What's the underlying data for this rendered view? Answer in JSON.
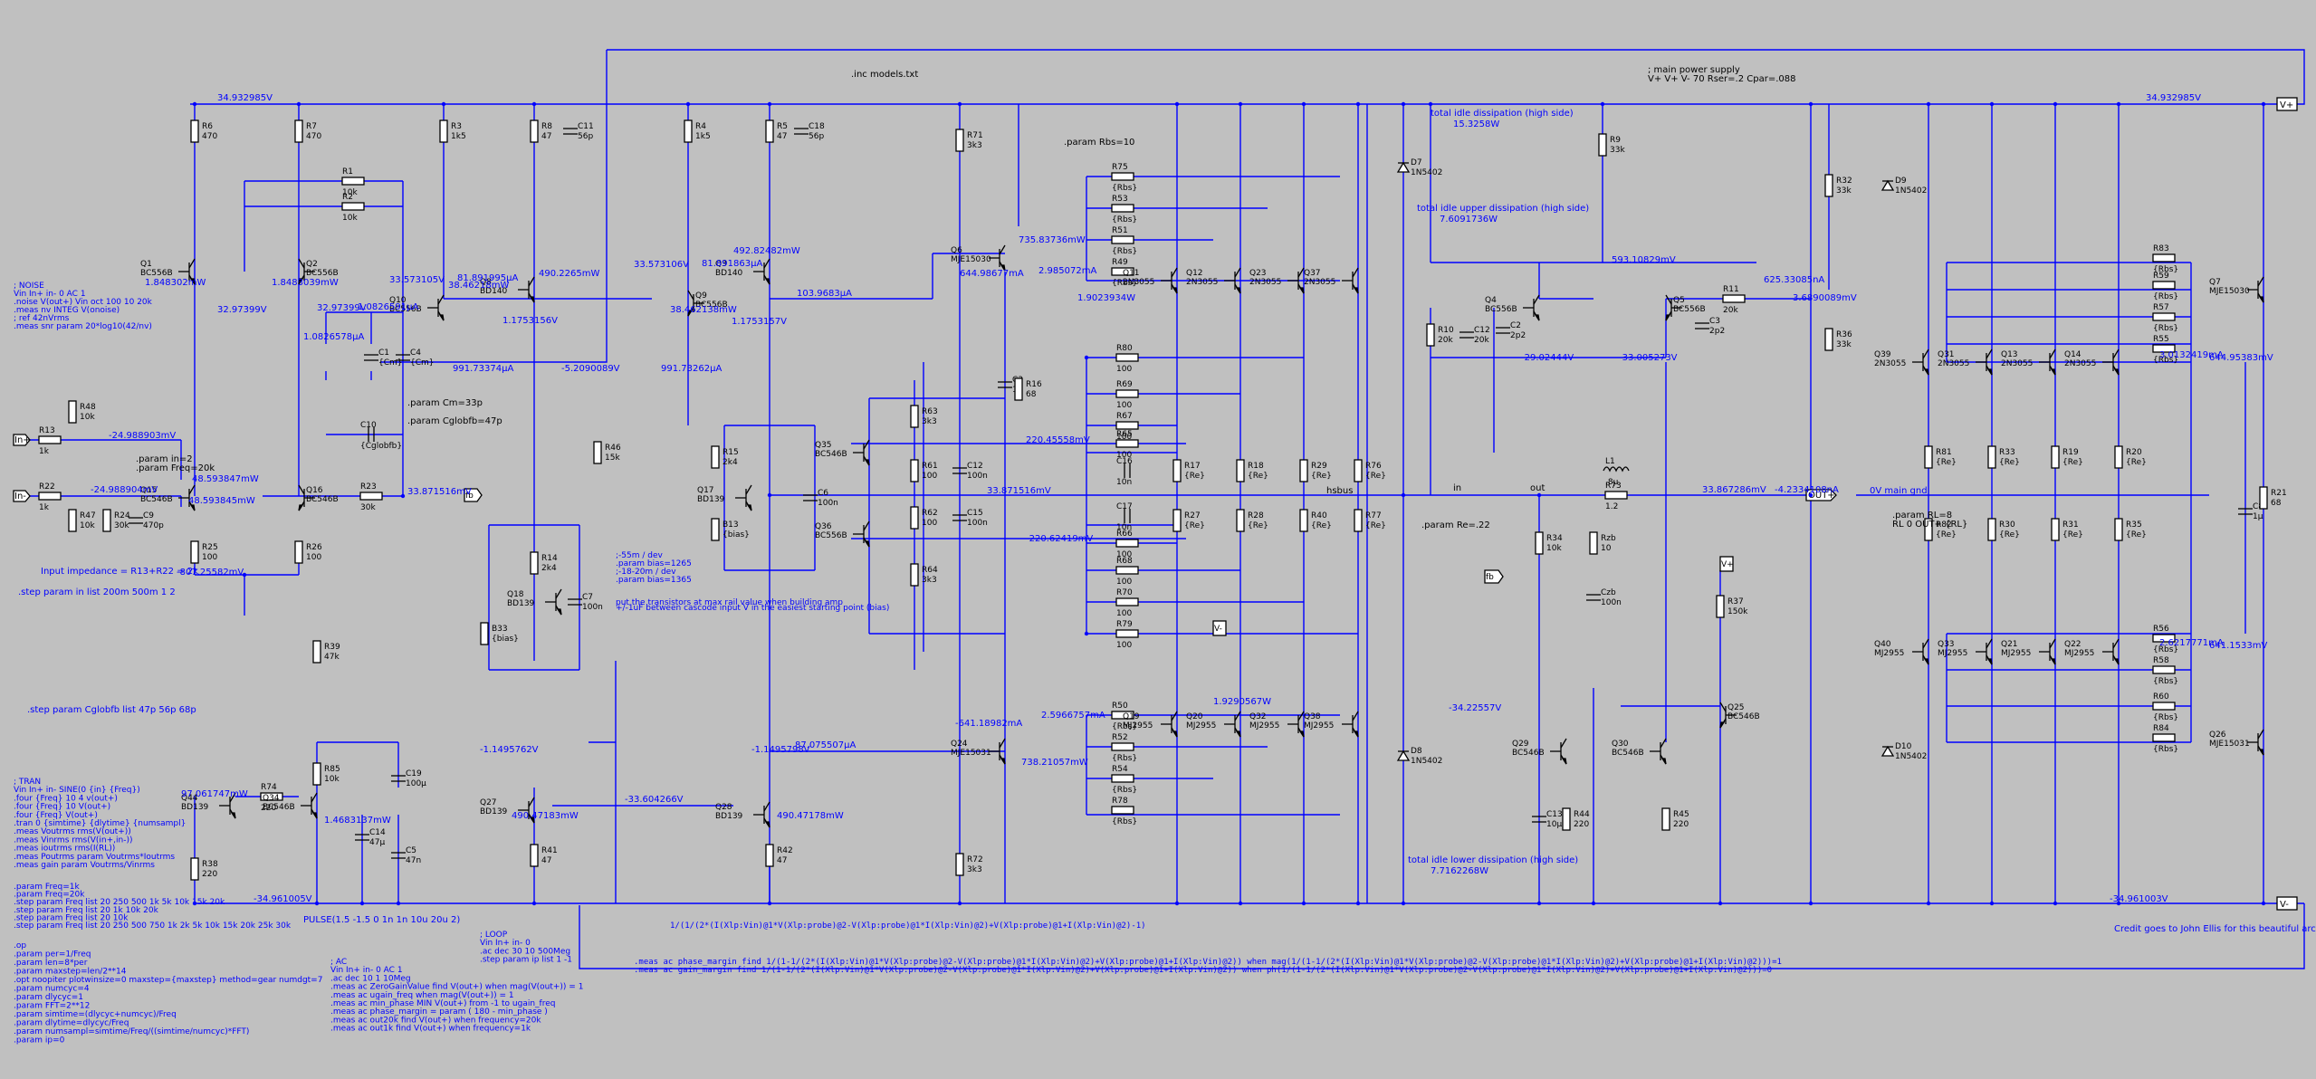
{
  "colors": {
    "background": "#c0c0c0",
    "wire": "#0000ff",
    "component": "#000000",
    "label": "#0000ff"
  },
  "header": {
    "inc": ".inc models.txt",
    "supply_comment": "; main power supply",
    "supply": "V+ V+ V- 70 Rser=.2 Cpar=.088",
    "rail_pos": "34.932985V",
    "rail_pos_right": "34.932985V",
    "rail_neg": "-34.961005V",
    "rail_neg_right": "-34.961003V",
    "vplus_flag": "V+",
    "vminus_flag": "V-"
  },
  "dissipation": {
    "high_label": "total idle dissipation (high side)",
    "high_value": "15.3258W",
    "upper_label": "total idle upper dissipation (high side)",
    "upper_value": "7.6091736W",
    "lower_label": "total idle lower dissipation (high side)",
    "lower_value": "7.7162268W"
  },
  "noise_block": [
    "; NOISE",
    "Vin In+ in- 0 AC 1",
    ".noise V(out+) Vin oct 100 10 20k",
    ".meas nv INTEG V(onoise)",
    "; ref 42nVrms",
    ".meas snr param 20*log10(42/nv)"
  ],
  "tran_block": [
    "; TRAN",
    "Vin In+ in- SINE(0 {in} {Freq})",
    ".four {Freq} 10 4 v(out+)",
    ".four {Freq} 10 V(out+)",
    ".four {Freq} V(out+)",
    ".tran 0 {simtime} {dlytime} {numsampl}",
    ".meas Voutrms rms(V(out+))",
    ".meas Vinrms rms(V(in+,in-))",
    ".meas ioutrms rms(I(RL))",
    ".meas Poutrms param Voutrms*Ioutrms",
    ".meas gain param Voutrms/Vinrms"
  ],
  "param_block": [
    ".param Freq=1k",
    ".param Freq=20k",
    ".step param Freq list 20 250 500 1k 5k 10k 15k 20k",
    ".step param Freq list 20 1k 10k 20k",
    ".step param Freq list 20 10k",
    ".step param Freq list 20 250 500 750 1k 2k 5k 10k 15k 20k 25k 30k"
  ],
  "op_block": [
    ".op",
    ".param per=1/Freq",
    ".param len=8*per",
    ".param maxstep=len/2**14",
    ".opt noopiter plotwinsize=0 maxstep={maxstep} method=gear numdgt=7",
    ".param numcyc=4",
    ".param dlycyc=1",
    ".param FFT=2**12",
    ".param simtime=(dlycyc+numcyc)/Freq",
    ".param dlytime=dlycyc/Freq",
    ".param numsampl=simtime/Freq/((simtime/numcyc)*FFT)",
    ".param ip=0"
  ],
  "ac_block": [
    "; AC",
    "Vin In+ in- 0 AC 1",
    ".ac dec 10 1 10Meg",
    ".meas ac ZeroGainValue find V(out+) when mag(V(out+)) = 1",
    ".meas ac ugain_freq when mag(V(out+)) = 1",
    ".meas ac min_phase MIN V(out+) from -1 to ugain_freq",
    ".meas ac phase_margin = param ( 180 - min_phase )",
    ".meas ac out20k find V(out+) when frequency=20k",
    ".meas ac out1k find V(out+) when frequency=1k"
  ],
  "loop_block": [
    "; LOOP",
    "Vin In+ in- 0",
    ".ac dec 30 10 500Meg",
    ".step param ip list 1 -1"
  ],
  "loop_meas": [
    ".meas ac phase_margin find 1/(1-1/(2*(I(Xlp:Vin)@1*V(Xlp:probe)@2-V(Xlp:probe)@1*I(Xlp:Vin)@2)+V(Xlp:probe)@1+I(Xlp:Vin)@2)) when mag(1/(1-1/(2*(I(Xlp:Vin)@1*V(Xlp:probe)@2-V(Xlp:probe)@1*I(Xlp:Vin)@2)+V(Xlp:probe)@1+I(Xlp:Vin)@2)))=1",
    ".meas ac gain_margin find 1/(1-1/(2*(I(Xlp:Vin)@1*V(Xlp:probe)@2-V(Xlp:probe)@1*I(Xlp:Vin)@2)+V(Xlp:probe)@1+I(Xlp:Vin)@2)) when ph(1/(1-1/(2*(I(Xlp:Vin)@1*V(Xlp:probe)@2-V(Xlp:probe)@1*I(Xlp:Vin)@2)+V(Xlp:probe)@1+I(Xlp:Vin)@2)))=0"
  ],
  "loop_formula": "1/(1/(2*(I(Xlp:Vin)@1*V(Xlp:probe)@2-V(Xlp:probe)@1*I(Xlp:Vin)@2)+V(Xlp:probe)@1+I(Xlp:Vin)@2)-1)",
  "params": {
    "rbs": ".param Rbs=10",
    "rin": ".param in=2",
    "freq": ".param Freq=20k",
    "cm": ".param Cm=33p",
    "cglobfb": ".param Cglobfb=47p",
    "re": ".param Re=.22",
    "rl": ".param RL=8",
    "rl_line": "RL 0 OUT+ {RL}",
    "bias": [
      ";-55m / dev",
      ".param bias=1265",
      ";-18-20m / dev",
      ".param bias=1365"
    ],
    "bias_note": [
      "put the transistors at max rail value when building amp",
      "+/-1uF between cascode input V in the easiest starting point (bias)"
    ],
    "step_r": ".step param in list 200m 500m 1 2",
    "step_c": ".step param Cglobfb list 47p 56p 68p",
    "impedance": "Input impedance = R13+R22 = 2k",
    "pulse": "PULSE(1.5 -1.5 0 1n 1n 10u 20u 2)",
    "credit": "Credit goes to John Ellis for this beautiful architecture"
  },
  "nets": {
    "in_plus": "In+",
    "in_minus": "In-",
    "out": "OUT+",
    "main_gnd": "0V  main gnd",
    "hsbus": "hsbus",
    "in_label": "in",
    "out_label": "out",
    "vplus_small": "V+",
    "vminus_small": "V-",
    "fb": "fb"
  },
  "components": [
    {
      "ref": "R6",
      "val": "470"
    },
    {
      "ref": "R7",
      "val": "470"
    },
    {
      "ref": "R1",
      "val": "10k"
    },
    {
      "ref": "R2",
      "val": "10k"
    },
    {
      "ref": "R3",
      "val": "1k5"
    },
    {
      "ref": "R8",
      "val": "47"
    },
    {
      "ref": "C11",
      "val": "56p"
    },
    {
      "ref": "R4",
      "val": "1k5"
    },
    {
      "ref": "R5",
      "val": "47"
    },
    {
      "ref": "C18",
      "val": "56p"
    },
    {
      "ref": "R71",
      "val": "3k3"
    },
    {
      "ref": "R9",
      "val": "33k"
    },
    {
      "ref": "R32",
      "val": "33k"
    },
    {
      "ref": "R36",
      "val": "33k"
    },
    {
      "ref": "D7",
      "val": "1N5402"
    },
    {
      "ref": "D9",
      "val": "1N5402"
    },
    {
      "ref": "D8",
      "val": "1N5402"
    },
    {
      "ref": "D10",
      "val": "1N5402"
    },
    {
      "ref": "R48",
      "val": "10k"
    },
    {
      "ref": "R13",
      "val": "1k"
    },
    {
      "ref": "R22",
      "val": "1k"
    },
    {
      "ref": "R47",
      "val": "10k"
    },
    {
      "ref": "R24",
      "val": "30k"
    },
    {
      "ref": "C9",
      "val": "470p"
    },
    {
      "ref": "C10",
      "val": "{Cglobfb}"
    },
    {
      "ref": "R23",
      "val": "30k"
    },
    {
      "ref": "C1",
      "val": "{Cm}"
    },
    {
      "ref": "C4",
      "val": "{Cm}"
    },
    {
      "ref": "R46",
      "val": "15k"
    },
    {
      "ref": "R25",
      "val": "100"
    },
    {
      "ref": "R26",
      "val": "100"
    },
    {
      "ref": "R15",
      "val": "2k4"
    },
    {
      "ref": "R14",
      "val": "2k4"
    },
    {
      "ref": "B13",
      "val": "{bias}"
    },
    {
      "ref": "B33",
      "val": "{bias}"
    },
    {
      "ref": "C6",
      "val": "100n"
    },
    {
      "ref": "C7",
      "val": "100n"
    },
    {
      "ref": "R63",
      "val": "3k3"
    },
    {
      "ref": "R64",
      "val": "3k3"
    },
    {
      "ref": "R61",
      "val": "100"
    },
    {
      "ref": "R62",
      "val": "100"
    },
    {
      "ref": "C12",
      "val": "100n"
    },
    {
      "ref": "C15",
      "val": "100n"
    },
    {
      "ref": "C3",
      "val": "1µ"
    },
    {
      "ref": "R16",
      "val": "68"
    },
    {
      "ref": "R72",
      "val": "3k3"
    },
    {
      "ref": "R39",
      "val": "47k"
    },
    {
      "ref": "R85",
      "val": "10k"
    },
    {
      "ref": "C19",
      "val": "100µ"
    },
    {
      "ref": "R74",
      "val": "220"
    },
    {
      "ref": "R38",
      "val": "220"
    },
    {
      "ref": "C14",
      "val": "47µ"
    },
    {
      "ref": "C5",
      "val": "47n"
    },
    {
      "ref": "R41",
      "val": "47"
    },
    {
      "ref": "R42",
      "val": "47"
    },
    {
      "ref": "R10",
      "val": "20k"
    },
    {
      "ref": "C12b",
      "val": "20k"
    },
    {
      "ref": "C2",
      "val": "2p2"
    },
    {
      "ref": "C3b",
      "val": "2p2"
    },
    {
      "ref": "R11",
      "val": "20k"
    },
    {
      "ref": "L1",
      "val": ".8µ"
    },
    {
      "ref": "R73",
      "val": "1.2"
    },
    {
      "ref": "R34",
      "val": "10k"
    },
    {
      "ref": "Rzb",
      "val": "10"
    },
    {
      "ref": "Czb",
      "val": "100n"
    },
    {
      "ref": "R37",
      "val": "150k"
    },
    {
      "ref": "C13",
      "val": "10µ"
    },
    {
      "ref": "R44",
      "val": "220"
    },
    {
      "ref": "R45",
      "val": "220"
    },
    {
      "ref": "C8",
      "val": "1µ"
    },
    {
      "ref": "R21",
      "val": "68"
    }
  ],
  "transistors": [
    {
      "ref": "Q1",
      "model": "BC556B"
    },
    {
      "ref": "Q2",
      "model": "BC556B"
    },
    {
      "ref": "Q10",
      "model": "BC556B"
    },
    {
      "ref": "Q8",
      "model": "BD140"
    },
    {
      "ref": "Q9",
      "model": "BC556B"
    },
    {
      "ref": "Q3",
      "model": "BD140"
    },
    {
      "ref": "Q6",
      "model": "MJE15030"
    },
    {
      "ref": "Q15",
      "model": "BC546B"
    },
    {
      "ref": "Q16",
      "model": "BC546B"
    },
    {
      "ref": "Q17",
      "model": "BD139"
    },
    {
      "ref": "Q18",
      "model": "BD139"
    },
    {
      "ref": "Q35",
      "model": "BC546B"
    },
    {
      "ref": "Q36",
      "model": "BC556B"
    },
    {
      "ref": "Q44",
      "model": "BD139"
    },
    {
      "ref": "Q34",
      "model": "BC546B"
    },
    {
      "ref": "Q27",
      "model": "BD139"
    },
    {
      "ref": "Q28",
      "model": "BD139"
    },
    {
      "ref": "Q24",
      "model": "MJE15031"
    },
    {
      "ref": "Q11",
      "model": "2N3055"
    },
    {
      "ref": "Q12",
      "model": "2N3055"
    },
    {
      "ref": "Q23",
      "model": "2N3055"
    },
    {
      "ref": "Q37",
      "model": "2N3055"
    },
    {
      "ref": "Q19",
      "model": "MJ2955"
    },
    {
      "ref": "Q20",
      "model": "MJ2955"
    },
    {
      "ref": "Q32",
      "model": "MJ2955"
    },
    {
      "ref": "Q38",
      "model": "MJ2955"
    },
    {
      "ref": "Q4",
      "model": "BC556B"
    },
    {
      "ref": "Q5",
      "model": "BC556B"
    },
    {
      "ref": "Q29",
      "model": "BC546B"
    },
    {
      "ref": "Q30",
      "model": "BC546B"
    },
    {
      "ref": "Q25",
      "model": "BC546B"
    },
    {
      "ref": "Q39",
      "model": "2N3055"
    },
    {
      "ref": "Q31",
      "model": "2N3055"
    },
    {
      "ref": "Q13",
      "model": "2N3055"
    },
    {
      "ref": "Q14",
      "model": "2N3055"
    },
    {
      "ref": "Q40",
      "model": "MJ2955"
    },
    {
      "ref": "Q33",
      "model": "MJ2955"
    },
    {
      "ref": "Q21",
      "model": "MJ2955"
    },
    {
      "ref": "Q22",
      "model": "MJ2955"
    },
    {
      "ref": "Q7",
      "model": "MJE15030"
    },
    {
      "ref": "Q26",
      "model": "MJE15031"
    }
  ],
  "emitter_resistors": [
    {
      "ref": "R75",
      "val": "{Rbs}"
    },
    {
      "ref": "R53",
      "val": "{Rbs}"
    },
    {
      "ref": "R51",
      "val": "{Rbs}"
    },
    {
      "ref": "R49",
      "val": "{Rbs}"
    },
    {
      "ref": "R80",
      "val": "100"
    },
    {
      "ref": "R69",
      "val": "100"
    },
    {
      "ref": "R67",
      "val": "100"
    },
    {
      "ref": "R65",
      "val": "100"
    },
    {
      "ref": "C16",
      "val": "10n"
    },
    {
      "ref": "C17",
      "val": "10n"
    },
    {
      "ref": "R66",
      "val": "100"
    },
    {
      "ref": "R68",
      "val": "100"
    },
    {
      "ref": "R70",
      "val": "100"
    },
    {
      "ref": "R79",
      "val": "100"
    },
    {
      "ref": "R50",
      "val": "{Rbs}"
    },
    {
      "ref": "R52",
      "val": "{Rbs}"
    },
    {
      "ref": "R54",
      "val": "{Rbs}"
    },
    {
      "ref": "R78",
      "val": "{Rbs}"
    },
    {
      "ref": "R17",
      "val": "{Re}"
    },
    {
      "ref": "R18",
      "val": "{Re}"
    },
    {
      "ref": "R29",
      "val": "{Re}"
    },
    {
      "ref": "R76",
      "val": "{Re}"
    },
    {
      "ref": "R27",
      "val": "{Re}"
    },
    {
      "ref": "R28",
      "val": "{Re}"
    },
    {
      "ref": "R40",
      "val": "{Re}"
    },
    {
      "ref": "R77",
      "val": "{Re}"
    },
    {
      "ref": "R83",
      "val": "{Rbs}"
    },
    {
      "ref": "R59",
      "val": "{Rbs}"
    },
    {
      "ref": "R57",
      "val": "{Rbs}"
    },
    {
      "ref": "R55",
      "val": "{Rbs}"
    },
    {
      "ref": "R56",
      "val": "{Rbs}"
    },
    {
      "ref": "R58",
      "val": "{Rbs}"
    },
    {
      "ref": "R60",
      "val": "{Rbs}"
    },
    {
      "ref": "R84",
      "val": "{Rbs}"
    },
    {
      "ref": "R81",
      "val": "{Re}"
    },
    {
      "ref": "R33",
      "val": "{Re}"
    },
    {
      "ref": "R19",
      "val": "{Re}"
    },
    {
      "ref": "R20",
      "val": "{Re}"
    },
    {
      "ref": "R82",
      "val": "{Re}"
    },
    {
      "ref": "R30",
      "val": "{Re}"
    },
    {
      "ref": "R31",
      "val": "{Re}"
    },
    {
      "ref": "R35",
      "val": "{Re}"
    }
  ],
  "measurements": [
    "1.848302mW",
    "1.8483039mW",
    "32.97399V",
    "32.97399V",
    "1.0826591µA",
    "1.0826578µA",
    "33.573105V",
    "38.46218mW",
    "81.891995µA",
    "490.2265mW",
    "1.1753156V",
    "33.573106V",
    "81.891863µA",
    "492.82482mW",
    "1.1753157V",
    "38.462138mW",
    "103.9683µA",
    "735.83736mW",
    "644.98677mA",
    "2.985072mA",
    "1.9023934W",
    "-24.988903mV",
    "-24.988904mV",
    "48.593847mW",
    "48.593845mW",
    "33.871516mV",
    "-807.25582mV",
    "991.73374µA",
    "-5.2090089V",
    "991.73262µA",
    "220.45558mV",
    "33.871516mV",
    "-220.62419mV",
    "-1.1495762V",
    "-1.1495798V",
    "-33.604266V",
    "87.075507µA",
    "-641.18982mA",
    "2.5966757mA",
    "738.21057mW",
    "490.47183mW",
    "490.47178mW",
    "97.061747mW",
    "1.4683137mW",
    "1.9290567W",
    "593.10829mV",
    "-29.02444V",
    "-33.005273V",
    "625.33085nA",
    "3.6890089mV",
    "33.867286mV",
    "-4.2334108nA",
    "-34.22557V",
    "3.0132419mA",
    "644.95383mV",
    "2.6217771mA",
    "641.1533mV"
  ]
}
